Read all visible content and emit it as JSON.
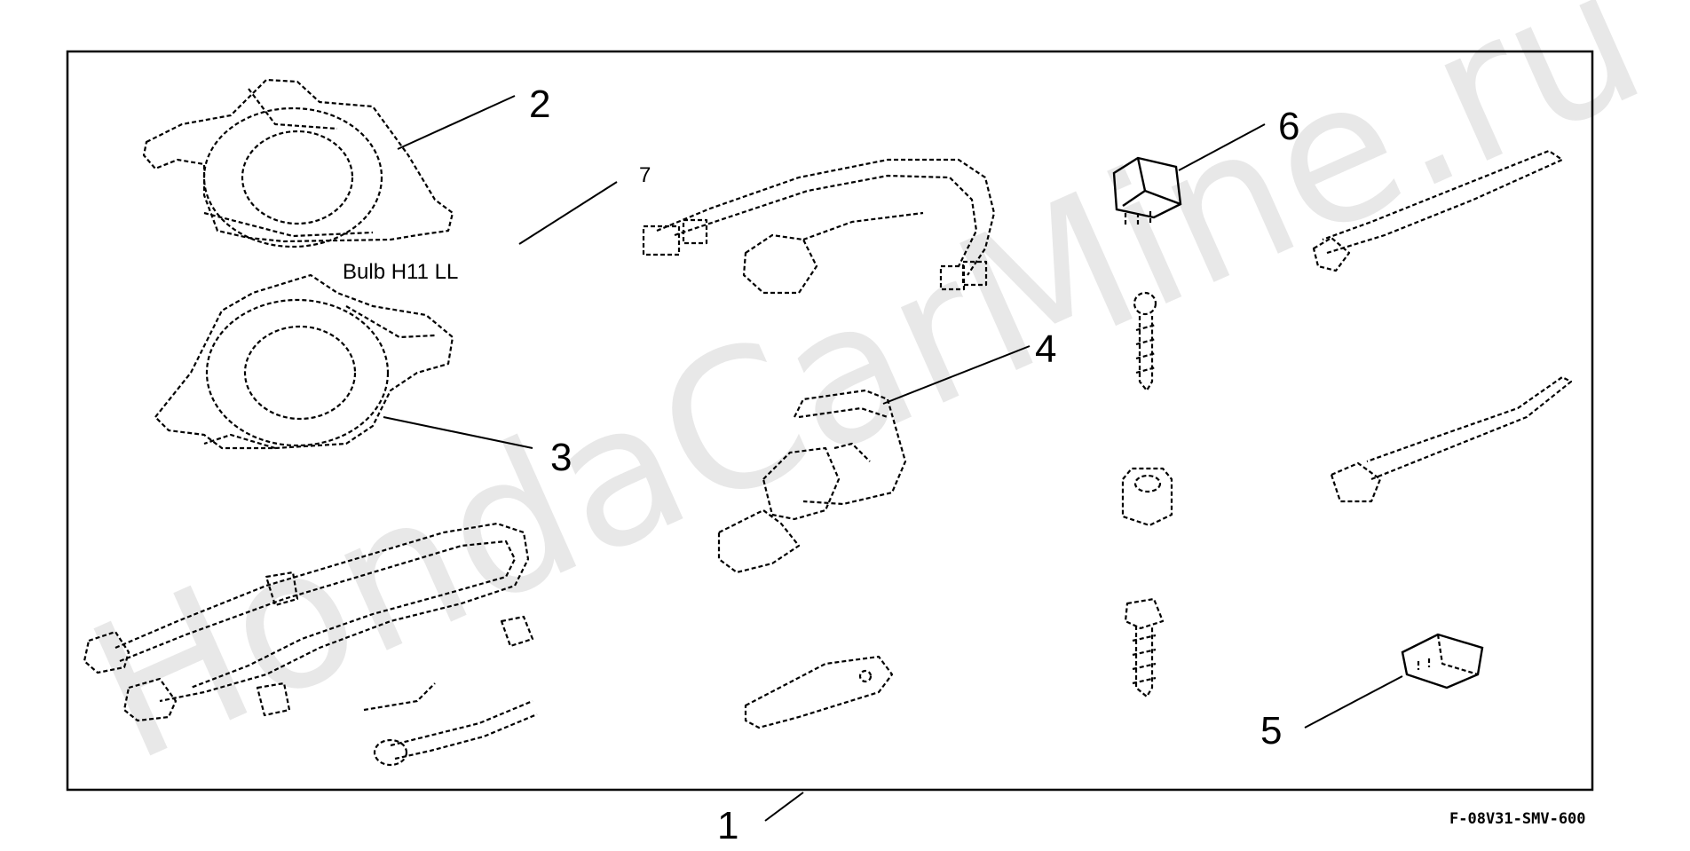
{
  "watermark": "HondaCarMine.ru",
  "callouts": {
    "c1": "1",
    "c2": "2",
    "c3": "3",
    "c4": "4",
    "c5": "5",
    "c6": "6",
    "c7": "7"
  },
  "bulb_label": "Bulb H11 LL",
  "part_code": "F-08V31-SMV-600"
}
